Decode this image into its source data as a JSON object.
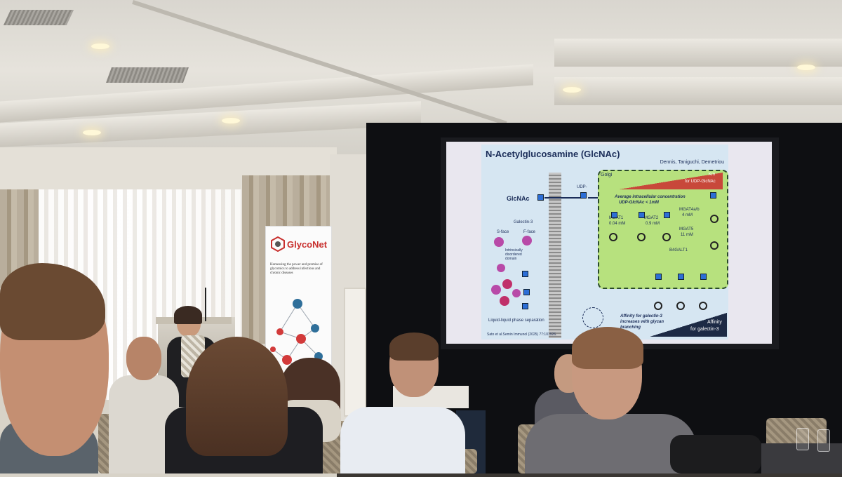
{
  "scene": {
    "description_hidden": false
  },
  "banner": {
    "logo_text": "GlycoNet",
    "tagline": "Harnessing the power and promise of glycomics to address infectious and chronic diseases"
  },
  "slide": {
    "title": "N-Acetylglucosamine (GlcNAc)",
    "authors": "Dennis, Taniguchi, Demetriou",
    "labels": {
      "glcnac": "GlcNAc",
      "udp": "UDP-",
      "golgi": "Golgi",
      "km": "Km",
      "km_sub": "for UDP-GlcNAc",
      "avg_conc_1": "Average intracellular concentration",
      "avg_conc_2": "UDP-GlcNAc < 1mM",
      "galectin": "Galectin-3",
      "s_face": "S-face",
      "f_face": "F-face",
      "disordered_1": "Intrinsically",
      "disordered_2": "disordered",
      "disordered_3": "domain",
      "mgat1": "MGAT1",
      "mgat1_km": "0.04 mM",
      "mgat2": "MGAT2",
      "mgat2_km": "0.9 mM",
      "mgat4": "MGAT4a/b",
      "mgat4_km": "4 mM",
      "mgat5": "MGAT5",
      "mgat5_km": "11 mM",
      "b4galt1": "B4GALT1",
      "llps": "Liquid-liquid phase separation",
      "affinity_note_1": "Affinity for galectin-3",
      "affinity_note_2": "increases with glycan",
      "affinity_note_3": "branching",
      "affinity_1": "Affinity",
      "affinity_2": "for galectin-3",
      "citation": "Sato et al.Semin Immunol (2025) 77:101926."
    }
  },
  "colors": {
    "slide_bg": "#d6e6f2",
    "golgi": "#b7e17e",
    "title": "#1b2d59",
    "banner_red": "#c8302e"
  }
}
